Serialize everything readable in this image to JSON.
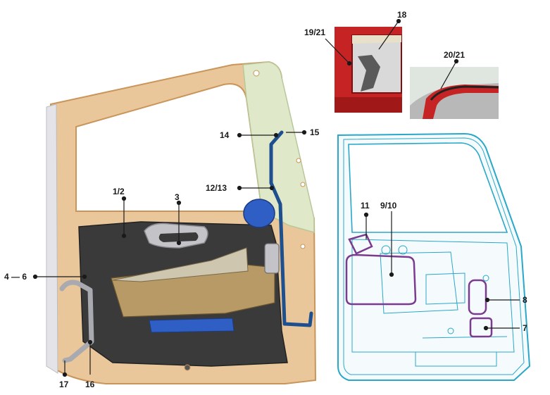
{
  "labels": {
    "l1_2": "1/2",
    "l3": "3",
    "l4_6": "4 — 6",
    "l7": "7",
    "l8": "8",
    "l9_10": "9/10",
    "l11": "11",
    "l12_13": "12/13",
    "l14": "14",
    "l15": "15",
    "l16": "16",
    "l17": "17",
    "l18": "18",
    "l19_21": "19/21",
    "l20_21": "20/21"
  },
  "colors": {
    "door_frame": "#e9c79a",
    "door_frame_edge": "#c9955a",
    "trim_panel": "#3a3a3a",
    "trim_inner": "#b89a66",
    "seal_blue": "#1e4f8f",
    "grey_part": "#b5b5b9",
    "outline_cyan": "#2aa7c9",
    "gasket_purple": "#7b3b8f",
    "photo_red": "#c62424"
  }
}
